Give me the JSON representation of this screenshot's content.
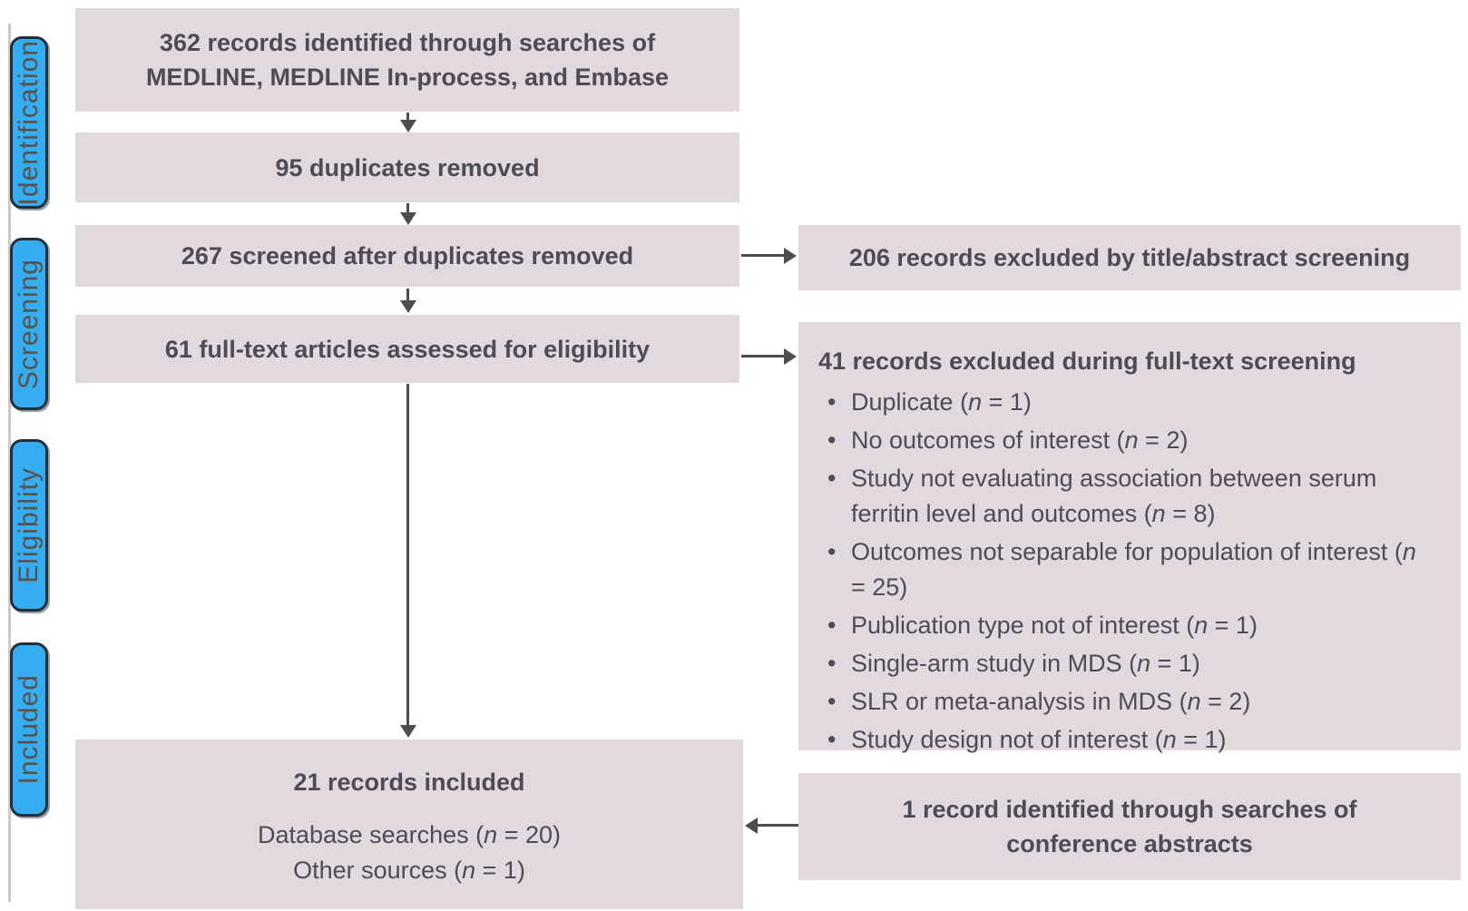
{
  "palette": {
    "box_fill": "#e1d9de",
    "stage_fill": "#35adf0",
    "stage_border": "#20303a",
    "arrow": "#4d4d4d",
    "text": "#4d4c52",
    "stage_text": "#57524c",
    "rule": "#cdc9c9",
    "bg": "#ffffff"
  },
  "stages": [
    {
      "label": "Identification"
    },
    {
      "label": "Screening"
    },
    {
      "label": "Eligibility"
    },
    {
      "label": "Included"
    }
  ],
  "flow": {
    "identified": {
      "line1": "362 records identified through searches of",
      "line2": "MEDLINE, MEDLINE In-process, and Embase"
    },
    "duplicates_removed": {
      "text": "95 duplicates removed"
    },
    "screened": {
      "text": "267 screened after duplicates removed"
    },
    "fulltext_assessed": {
      "text": "61 full-text articles assessed for eligibility"
    },
    "included": {
      "title": "21 records included",
      "sources": [
        {
          "label": "Database searches",
          "n": "20"
        },
        {
          "label": "Other sources",
          "n": "1"
        }
      ]
    }
  },
  "exclusions": {
    "title_abstract": {
      "text": "206 records excluded by title/abstract screening"
    },
    "fulltext": {
      "title": "41 records excluded during full-text screening",
      "reasons": [
        {
          "label": "Duplicate",
          "n": "1"
        },
        {
          "label": "No outcomes of interest",
          "n": "2"
        },
        {
          "label": "Study not evaluating association between serum ferritin level and outcomes",
          "n": "8"
        },
        {
          "label": "Outcomes not separable for population of interest",
          "n": "25"
        },
        {
          "label": "Publication type not of interest",
          "n": "1"
        },
        {
          "label": "Single-arm study in MDS",
          "n": "1"
        },
        {
          "label": "SLR or meta-analysis in MDS",
          "n": "2"
        },
        {
          "label": "Study design not of interest",
          "n": "1"
        }
      ]
    },
    "conference": {
      "line1": "1 record identified through searches of",
      "line2": "conference abstracts"
    }
  }
}
